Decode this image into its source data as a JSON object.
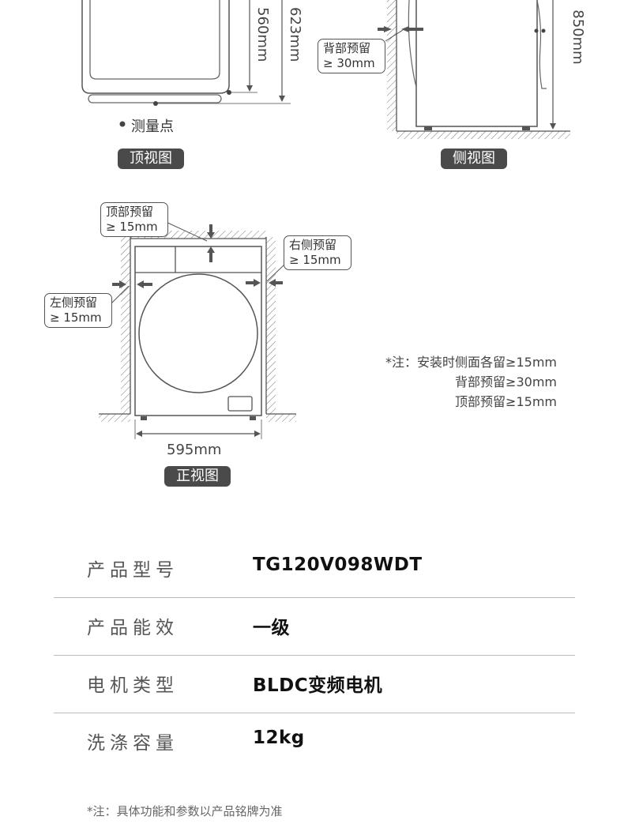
{
  "diagrams": {
    "top_view": {
      "dim_depth": "560mm",
      "dim_total": "623mm",
      "measure_point": "测量点",
      "caption": "顶视图"
    },
    "side_view": {
      "back_clearance_title": "背部预留",
      "back_clearance_value": "≥ 30mm",
      "height": "850mm",
      "caption": "侧视图"
    },
    "front_view": {
      "top_clearance_title": "顶部预留",
      "top_clearance_value": "≥ 15mm",
      "right_clearance_title": "右侧预留",
      "right_clearance_value": "≥ 15mm",
      "left_clearance_title": "左侧预留",
      "left_clearance_value": "≥ 15mm",
      "width": "595mm",
      "caption": "正视图"
    },
    "install_note": {
      "line1": "*注：安装时侧面各留≥15mm",
      "line2": "背部预留≥30mm",
      "line3": "顶部预留≥15mm"
    }
  },
  "specs": [
    {
      "label": "产品型号",
      "value": "TG120V098WDT"
    },
    {
      "label": "产品能效",
      "value": "一级"
    },
    {
      "label": "电机类型",
      "value": "BLDC变频电机"
    },
    {
      "label": "洗涤容量",
      "value": "12kg"
    }
  ],
  "footer_note": "*注：具体功能和参数以产品铭牌为准"
}
